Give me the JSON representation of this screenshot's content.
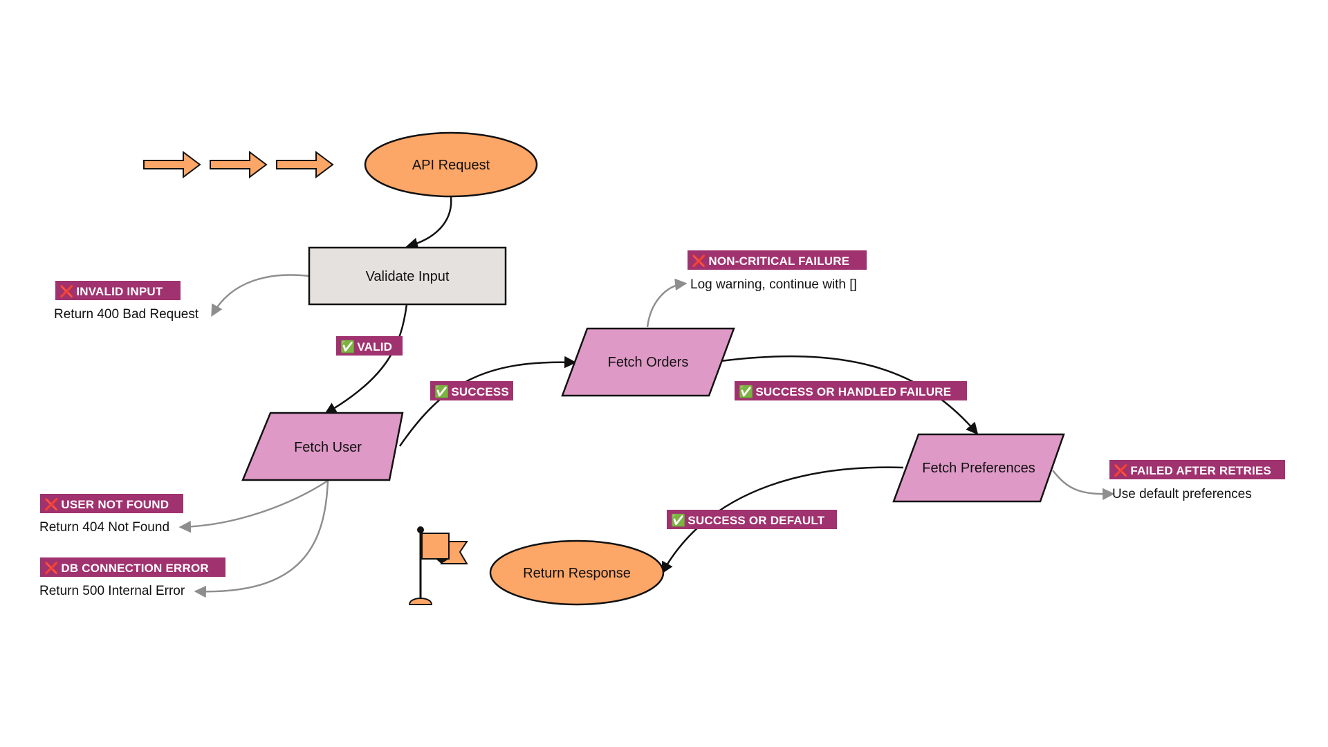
{
  "colors": {
    "terminal": "#fca667",
    "process": "#e5e1de",
    "io": "#de99c6",
    "tag_bg": "#a0326f",
    "tag_text": "#ffffff",
    "edge": "#111111",
    "edge_error": "#8e8e8e",
    "check": "#3fa34d",
    "cross": "#e34234"
  },
  "nodes": {
    "api_request": "API Request",
    "validate_input": "Validate Input",
    "fetch_user": "Fetch User",
    "fetch_orders": "Fetch Orders",
    "fetch_preferences": "Fetch Preferences",
    "return_response": "Return Response"
  },
  "tags": {
    "valid": {
      "icon": "✅",
      "text": "VALID"
    },
    "success": {
      "icon": "✅",
      "text": "SUCCESS"
    },
    "success_or_handled": {
      "icon": "✅",
      "text": "SUCCESS OR HANDLED FAILURE"
    },
    "success_or_default": {
      "icon": "✅",
      "text": "SUCCESS OR DEFAULT"
    },
    "invalid_input": {
      "icon": "❌",
      "text": "INVALID INPUT"
    },
    "non_critical": {
      "icon": "❌",
      "text": "NON-CRITICAL FAILURE"
    },
    "user_not_found": {
      "icon": "❌",
      "text": "USER NOT FOUND"
    },
    "db_error": {
      "icon": "❌",
      "text": "DB CONNECTION ERROR"
    },
    "failed_retries": {
      "icon": "❌",
      "text": "FAILED AFTER RETRIES"
    }
  },
  "notes": {
    "bad_request": "Return 400 Bad Request",
    "log_warning": "Log warning, continue with []",
    "not_found": "Return 404 Not Found",
    "internal_error": "Return 500 Internal Error",
    "default_prefs": "Use default preferences"
  },
  "icons": {
    "start": "arrow-icon",
    "end": "flag-icon"
  }
}
